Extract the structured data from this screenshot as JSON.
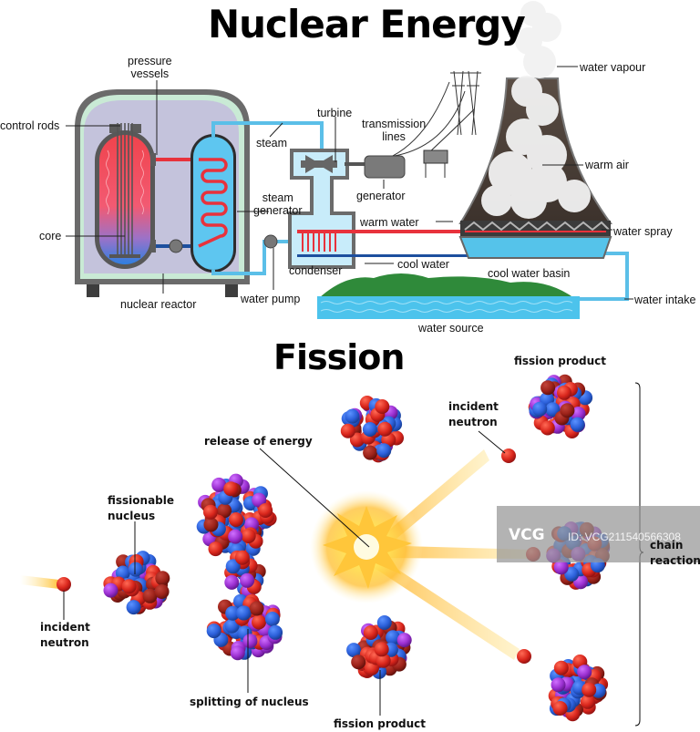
{
  "diagram": {
    "title": "Nuclear Energy",
    "power_plant": {
      "labels": {
        "pressure_vessels": "pressure\nvessels",
        "control_rods": "control rods",
        "core": "core",
        "nuclear_reactor": "nuclear reactor",
        "steam": "steam",
        "steam_generator": "steam\ngenerator",
        "turbine": "turbine",
        "transmission_lines": "transmission\nlines",
        "generator": "generator",
        "water_pump": "water pump",
        "condenser": "condenser",
        "warm_water": "warm water",
        "cool_water": "cool water",
        "water_vapour": "water vapour",
        "warm_air": "warm air",
        "water_spray": "water spray",
        "cool_water_basin": "cool water basin",
        "water_intake": "water intake",
        "water_source": "water source"
      },
      "colors": {
        "hot": "#e8323c",
        "cold": "#2f74d0",
        "pipe": "#5bbfe8",
        "water": "#4cc3ec",
        "shell": "#5a5a5a",
        "tower": "#4b4038",
        "hill": "#2f8a3a"
      }
    },
    "fission": {
      "title": "Fission",
      "labels": {
        "incident_neutron_left": "incident\nneutron",
        "fissionable_nucleus": "fissionable\nnucleus",
        "splitting_of_nucleus": "splitting of nucleus",
        "release_of_energy": "release of energy",
        "fission_product_top": "fission product",
        "fission_product_bottom": "fission product",
        "incident_neutron_right": "incident\nneutron",
        "chain_reaction": "chain\nreaction"
      },
      "colors": {
        "proton": "#d9261c",
        "neutron": "#2b5fd9",
        "purple": "#9a2fd0",
        "energy": "#ffd23a"
      }
    },
    "watermark": {
      "logo": "VCG",
      "id": "ID: VCG211540566308"
    }
  }
}
